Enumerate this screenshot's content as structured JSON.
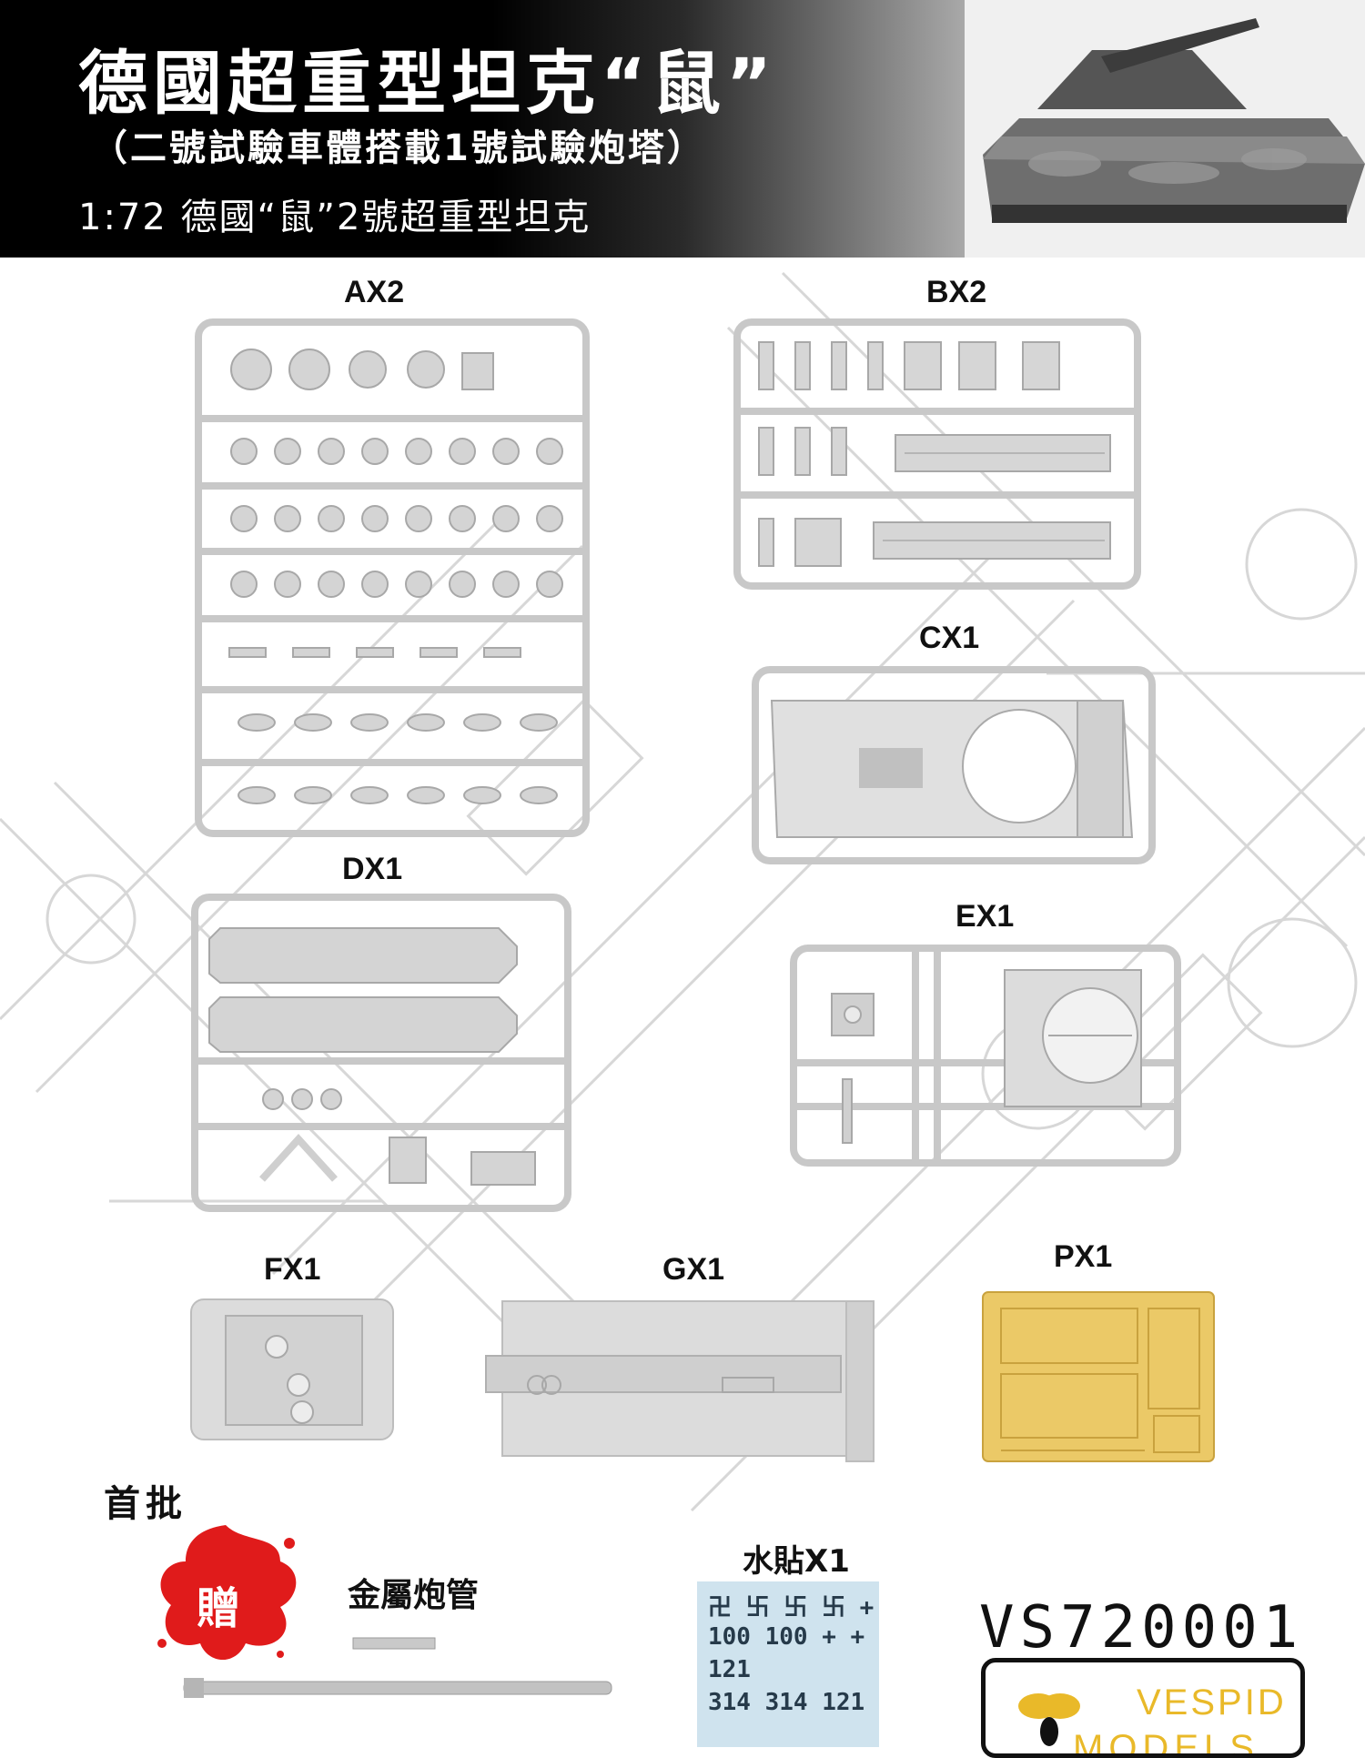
{
  "header": {
    "title": "德國超重型坦克“鼠”",
    "subtitle": "（二號試驗車體搭載1號試驗炮塔）",
    "tagline": "1:72 德國“鼠”2號超重型坦克"
  },
  "sprues": [
    {
      "label": "AX2"
    },
    {
      "label": "BX2"
    },
    {
      "label": "CX1"
    },
    {
      "label": "DX1"
    },
    {
      "label": "EX1"
    },
    {
      "label": "FX1"
    },
    {
      "label": "GX1"
    },
    {
      "label": "PX1"
    }
  ],
  "bonus": {
    "first_batch": "首批",
    "gift": "贈",
    "metal_barrel": "金屬炮管"
  },
  "decal": {
    "title": "水貼X1",
    "rows": [
      "卍 卐 卐 卐 +",
      "100 100 + +",
      "    121",
      "314 314 121"
    ]
  },
  "product": {
    "code": "VS720001",
    "brand_line1": "VESPID",
    "brand_line2": "MODELS"
  },
  "colors": {
    "header_dark": "#000000",
    "sprue_grey": "#d8d8d8",
    "photo_etch_gold": "#e9c766",
    "brand_yellow": "#e9b929",
    "gift_red": "#e01b1b"
  }
}
